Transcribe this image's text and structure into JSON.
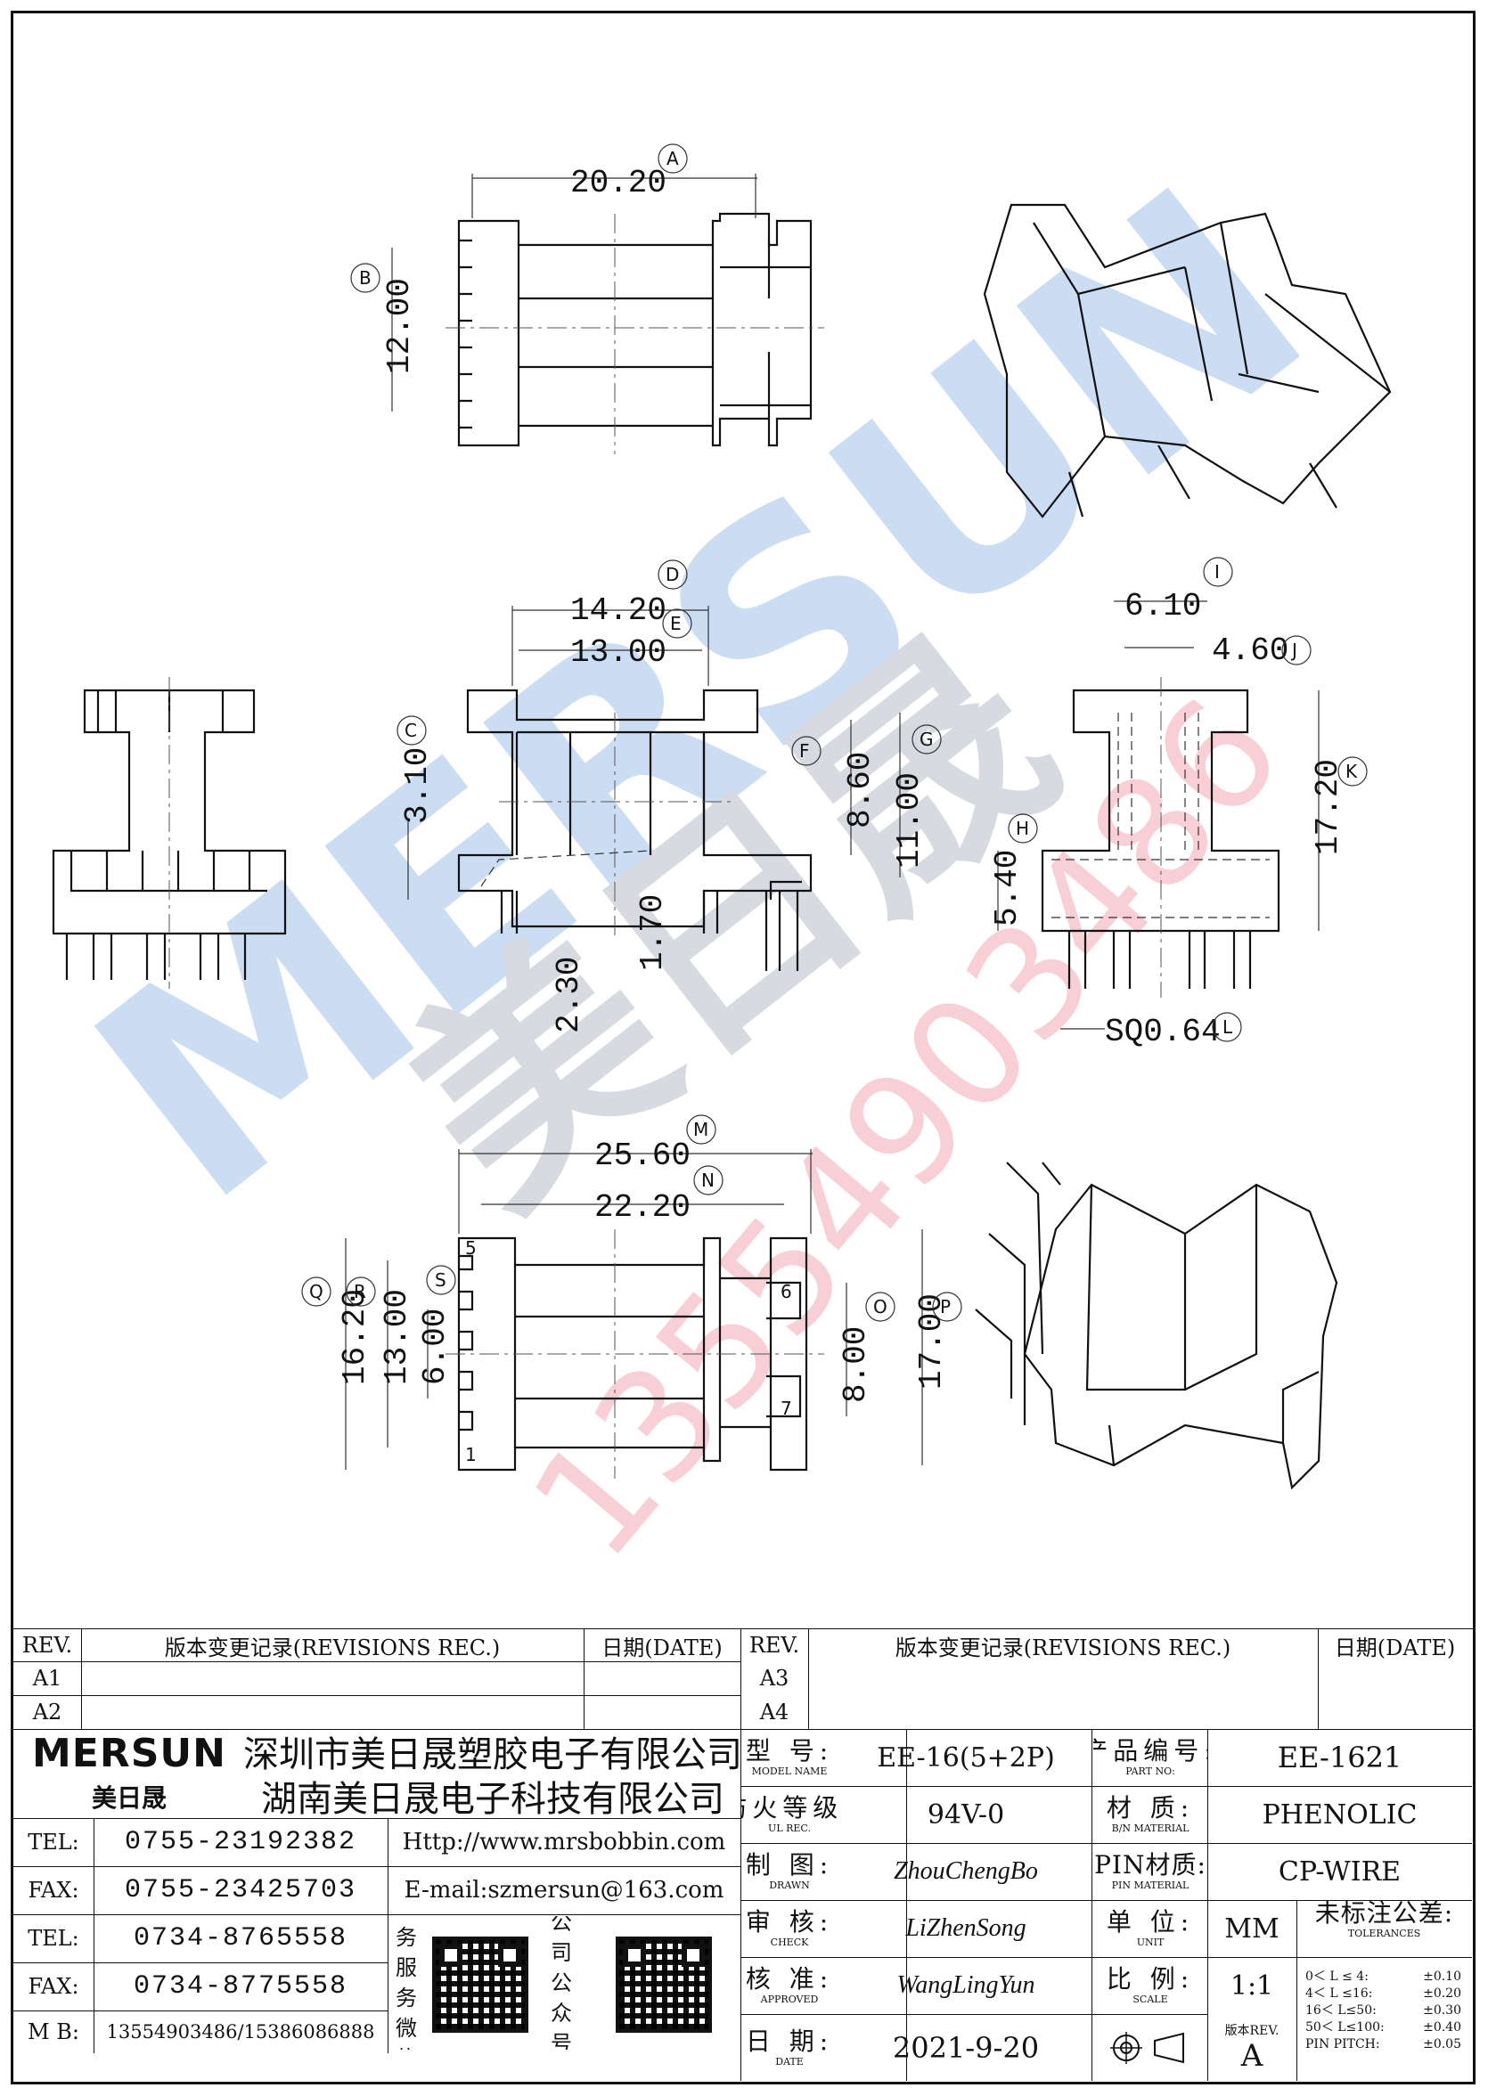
{
  "dimensions": {
    "A": "20.20",
    "B": "12.00",
    "C": "3.10",
    "D": "14.20",
    "E": "13.00",
    "F": "8.60",
    "G": "11.00",
    "H": "5.40",
    "I": "6.10",
    "J": "4.60",
    "K": "17.20",
    "L": "SQ0.64",
    "M": "25.60",
    "N": "22.20",
    "O": "8.00",
    "P": "17.00",
    "Q": "16.20",
    "R": "13.00",
    "S": "6.00",
    "pin_gap": "2.30",
    "flange": "1.70"
  },
  "bubbles": {
    "A": "A",
    "B": "B",
    "C": "C",
    "D": "D",
    "E": "E",
    "F": "F",
    "G": "G",
    "H": "H",
    "I": "I",
    "J": "J",
    "K": "K",
    "L": "L",
    "M": "M",
    "N": "N",
    "O": "O",
    "P": "P",
    "Q": "Q",
    "R": "R",
    "S": "S"
  },
  "pin_marks": {
    "p1": "1",
    "p5": "5",
    "p6": "6",
    "p7": "7"
  },
  "watermark": {
    "brand": "MERSUN",
    "cn": "美日晟",
    "phone": "13554903486"
  },
  "revisions_left": {
    "h_rev": "REV.",
    "h_rec": "版本变更记录(REVISIONS REC.)",
    "h_date": "日期(DATE)",
    "rows": [
      "A1",
      "A2"
    ]
  },
  "revisions_right": {
    "h_rev": "REV.",
    "h_rec": "版本变更记录(REVISIONS REC.)",
    "h_date": "日期(DATE)",
    "rows": [
      "A3",
      "A4"
    ]
  },
  "company": {
    "logo": "MERSUN",
    "logo_cn": "美日晟",
    "name1": "深圳市美日晟塑胶电子有限公司",
    "name2": "湖南美日晟电子科技有限公司"
  },
  "contacts": {
    "tel1_label": "TEL:",
    "tel1": "0755-23192382",
    "fax1_label": "FAX:",
    "fax1": "0755-23425703",
    "tel2_label": "TEL:",
    "tel2": "0734-8765558",
    "fax2_label": "FAX:",
    "fax2": "0734-8775558",
    "mb_label": "M B:",
    "mb": "13554903486/15386086888",
    "web": "Http://www.mrsbobbin.com",
    "email": "E-mail:szmersun@163.com",
    "qr1_label": "业务服务微信",
    "qr2_label": "公司公众号"
  },
  "spec": {
    "model_cn": "型 号:",
    "model_en": "MODEL NAME",
    "model": "EE-16(5+2P)",
    "part_cn": "产品编号:",
    "part_en": "PART NO:",
    "part": "EE-1621",
    "ul_cn": "防火等级:",
    "ul_en": "UL REC.",
    "ul": "94V-0",
    "mat_cn": "材 质:",
    "mat_en": "B/N MATERIAL",
    "mat": "PHENOLIC",
    "drawn_cn": "制 图:",
    "drawn_en": "DRAWN",
    "drawn": "ZhouChengBo",
    "pinmat_cn": "PIN材质:",
    "pinmat_en": "PIN MATERIAL",
    "pinmat": "CP-WIRE",
    "check_cn": "审 核:",
    "check_en": "CHECK",
    "check": "LiZhenSong",
    "unit_cn": "单 位:",
    "unit_en": "UNIT",
    "unit": "MM",
    "tol_cn": "未标注公差:",
    "tol_en": "TOLERANCES",
    "approved_cn": "核 准:",
    "approved_en": "APPROVED",
    "approved": "WangLingYun",
    "scale_cn": "比 例:",
    "scale_en": "SCALE",
    "scale": "1:1",
    "date_cn": "日 期:",
    "date_en": "DATE",
    "date": "2021-9-20",
    "ver_label": "版本REV.",
    "ver": "A"
  },
  "tolerances": [
    {
      "range": "0＜ L ≤ 4:",
      "tol": "±0.10"
    },
    {
      "range": "4＜ L ≤16:",
      "tol": "±0.20"
    },
    {
      "range": "16＜ L≤50:",
      "tol": "±0.30"
    },
    {
      "range": "50＜ L≤100:",
      "tol": "±0.40"
    },
    {
      "range": "PIN PITCH:",
      "tol": "±0.05"
    }
  ]
}
